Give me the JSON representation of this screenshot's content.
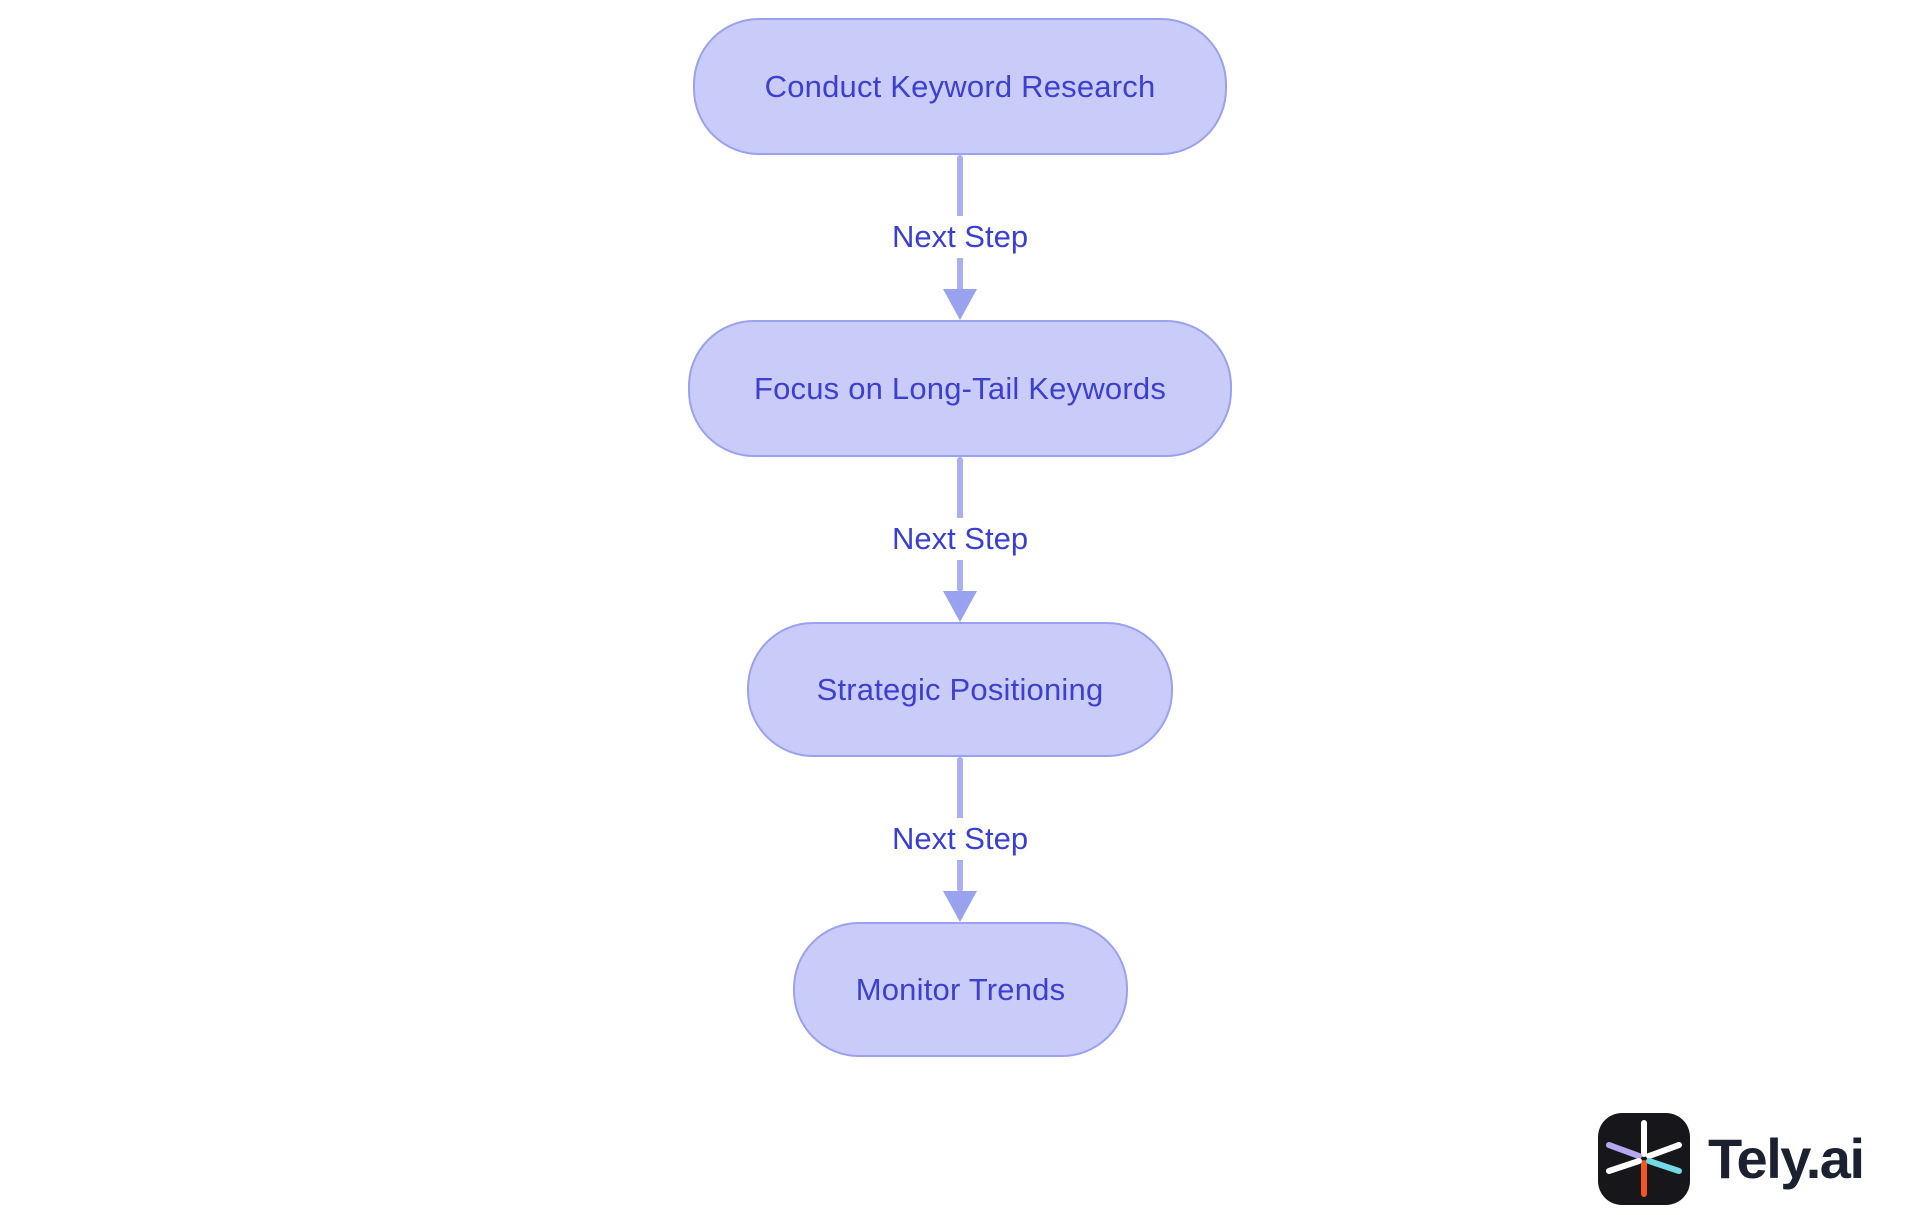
{
  "diagram": {
    "type": "flowchart",
    "direction": "top-down",
    "nodes": [
      {
        "label": "Conduct Keyword Research"
      },
      {
        "label": "Focus on Long-Tail Keywords"
      },
      {
        "label": "Strategic Positioning"
      },
      {
        "label": "Monitor Trends"
      }
    ],
    "edges": [
      {
        "from": "Conduct Keyword Research",
        "to": "Focus on Long-Tail Keywords",
        "label": "Next Step"
      },
      {
        "from": "Focus on Long-Tail Keywords",
        "to": "Strategic Positioning",
        "label": "Next Step"
      },
      {
        "from": "Strategic Positioning",
        "to": "Monitor Trends",
        "label": "Next Step"
      }
    ],
    "colors": {
      "background": "#ffffff",
      "node_fill": "#c9ccf8",
      "node_border": "#9aa1ef",
      "node_text": "#3c3fd0",
      "edge_line": "#a9aff3",
      "edge_arrow": "#98a2ef",
      "edge_label_text": "#3a3fd4"
    }
  },
  "branding": {
    "logo_text": "Tely.ai",
    "logo_text_color": "#1b2130",
    "logo_icon": "asterisk-spark-icon",
    "logo_icon_colors": {
      "background": "#17171b",
      "spoke_up": "#ffffff",
      "spoke_down": "#f4571c",
      "spoke_upper_left": "#b7a7f0",
      "spoke_lower_left": "#ffffff",
      "spoke_upper_right": "#ffffff",
      "spoke_lower_right": "#72d9e6"
    }
  }
}
